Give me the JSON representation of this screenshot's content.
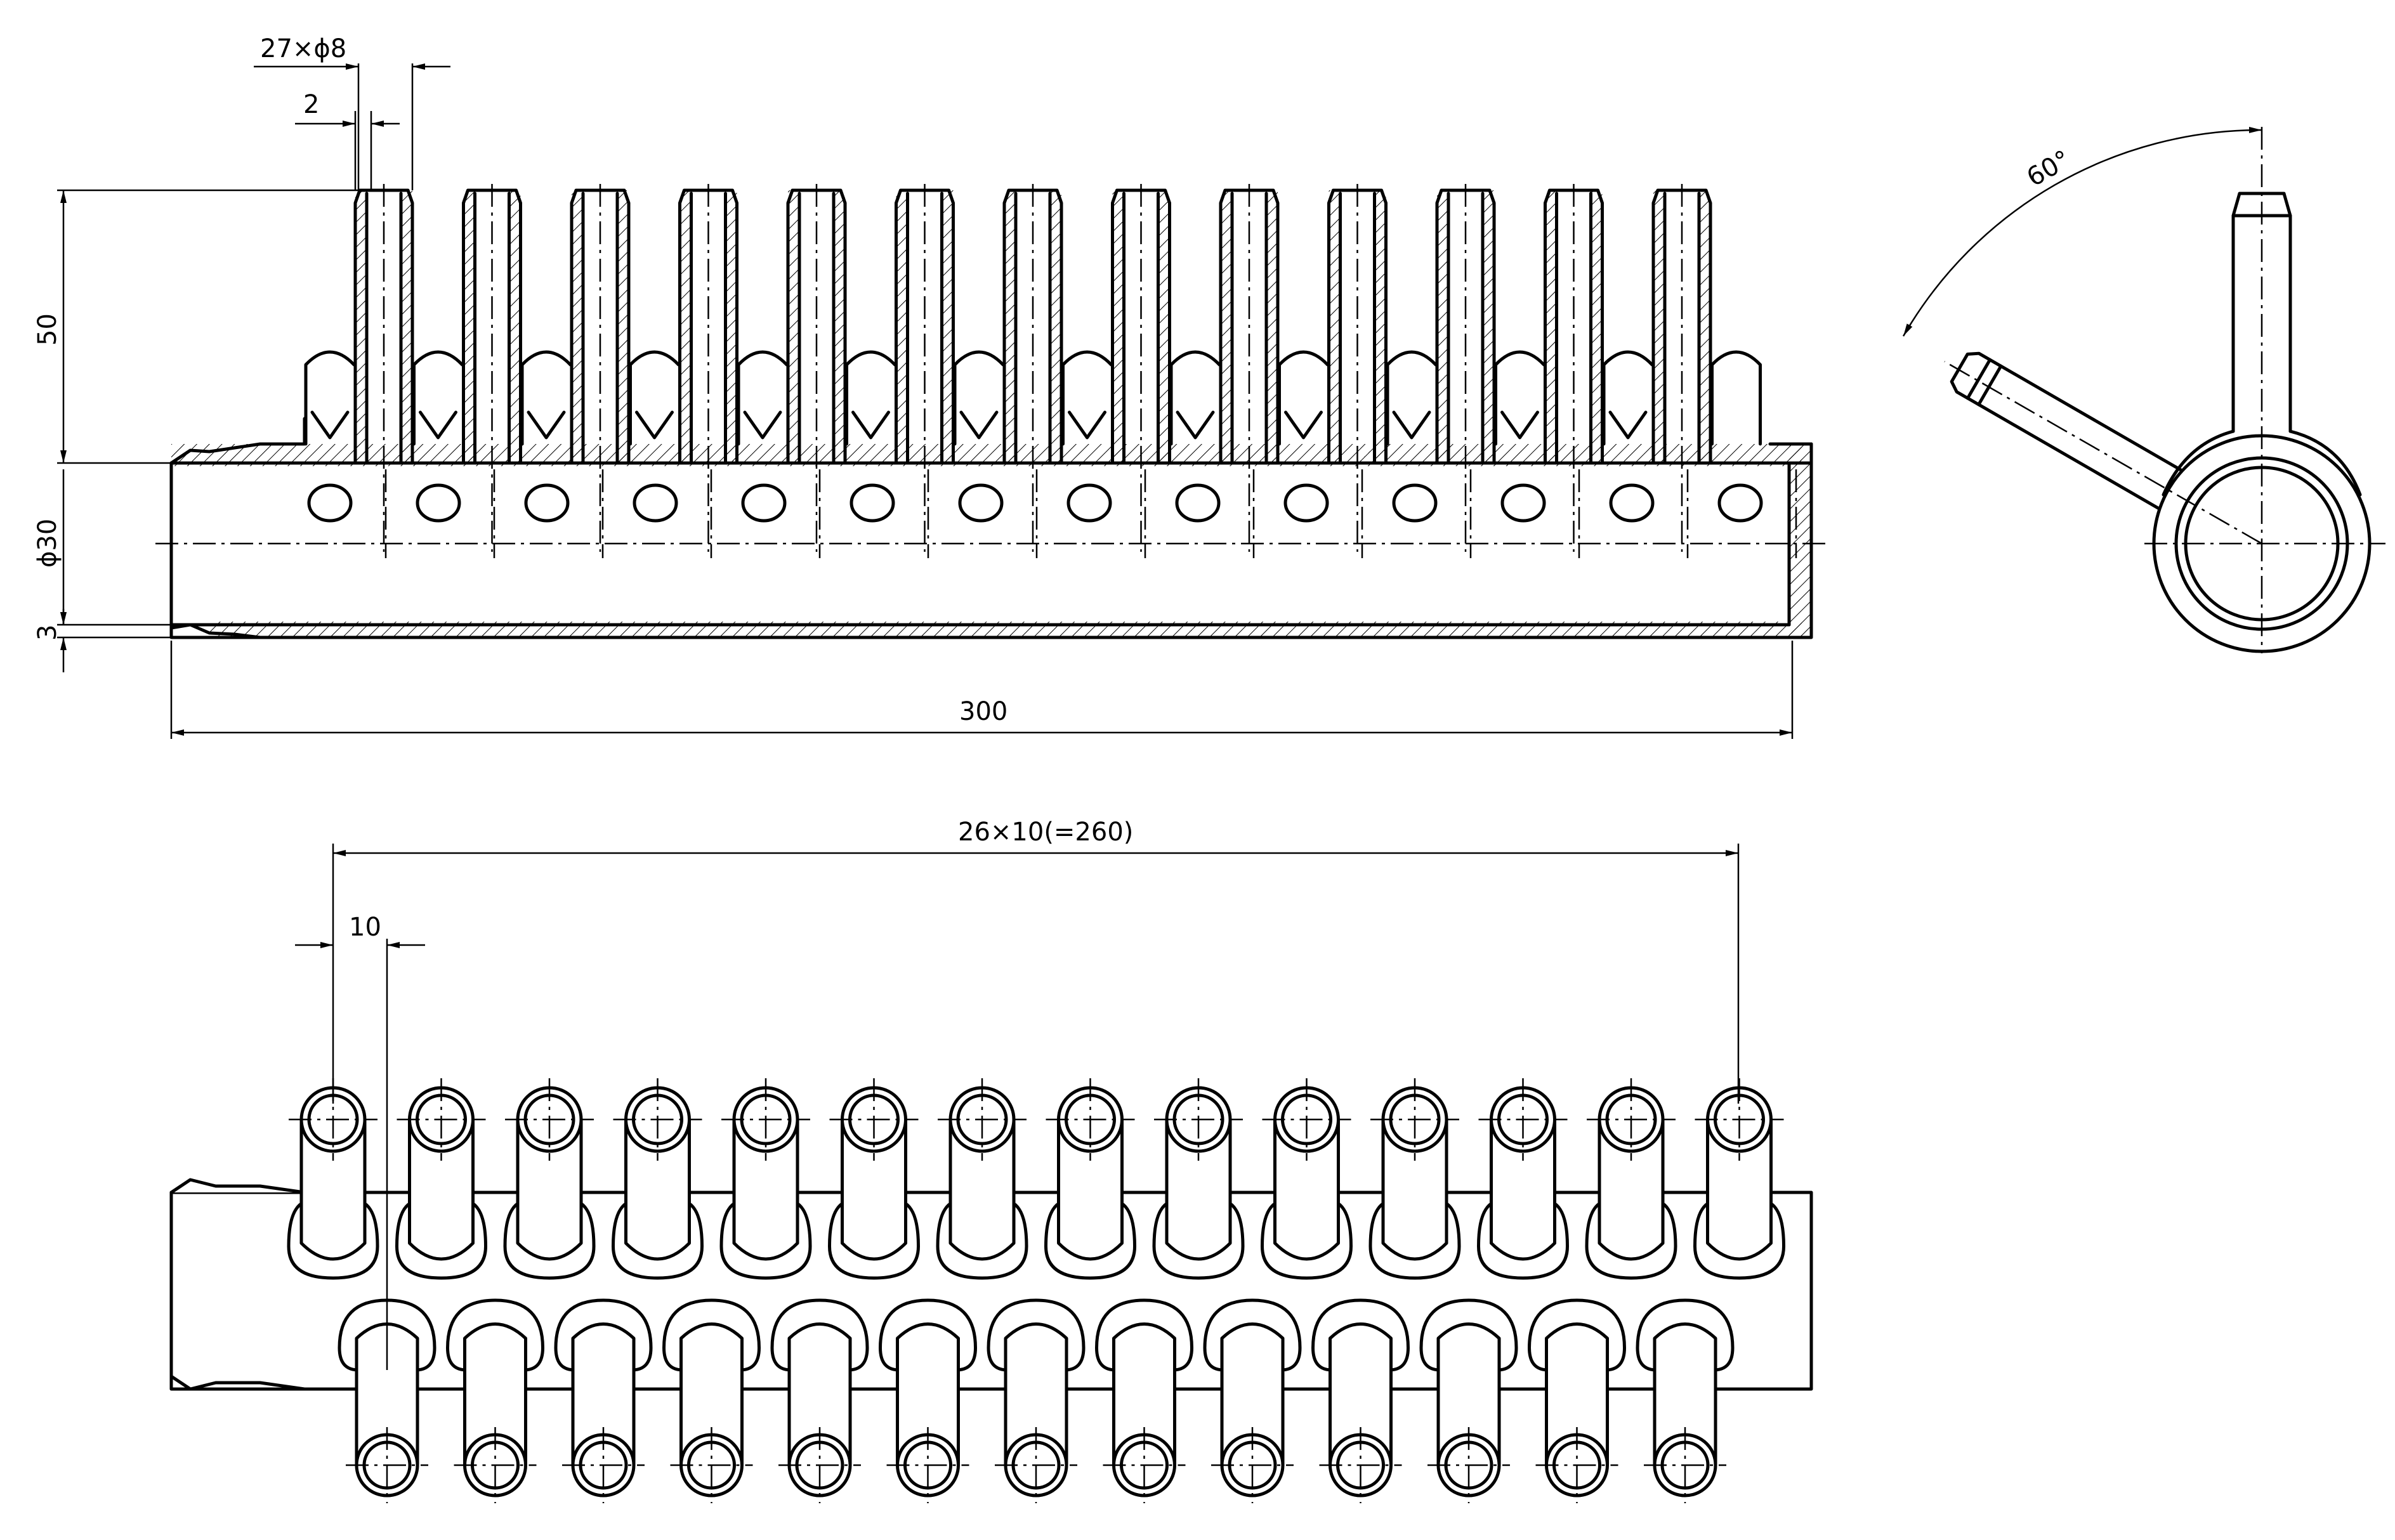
{
  "dimensions": {
    "holes": "27×ϕ8",
    "wall": "2",
    "height": "50",
    "diameter": "ϕ30",
    "bottom_wall": "3",
    "length": "300",
    "pitch_total": "26×10(=260)",
    "pitch": "10",
    "angle": "60°"
  }
}
